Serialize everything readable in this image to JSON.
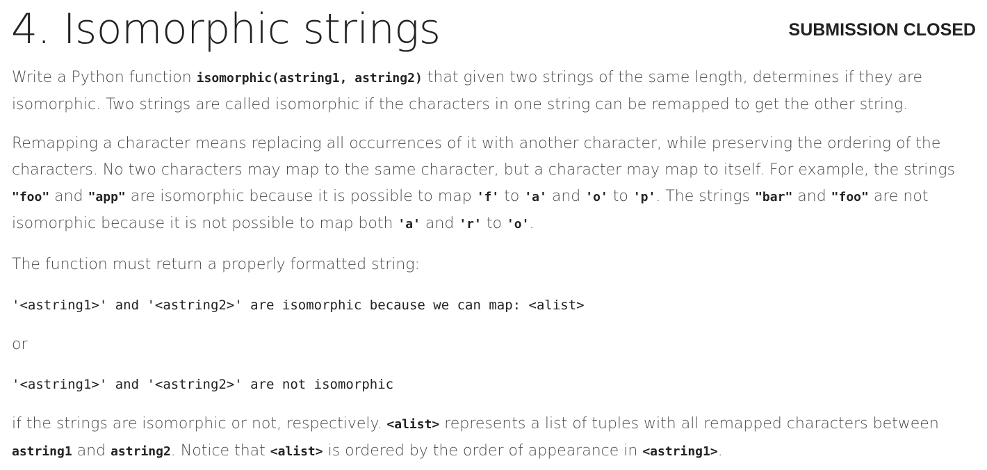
{
  "header": {
    "title": "4. Isomorphic strings",
    "status": "SUBMISSION CLOSED"
  },
  "p1": {
    "t1": "Write a Python function ",
    "c1": "isomorphic(astring1, astring2)",
    "t2": " that given two strings of the same length, determines if they are isomorphic. Two strings are called isomorphic if the characters in one string can be remapped to get the other string."
  },
  "p2": {
    "t1": "Remapping a character means replacing all occurrences of it with another character, while preserving the ordering of the characters. No two characters may map to the same character, but a character may map to itself. For example, the strings ",
    "c1": "\"foo\"",
    "t2": " and ",
    "c2": "\"app\"",
    "t3": " are isomorphic because it is possible to map ",
    "c3": "'f'",
    "t4": " to ",
    "c4": "'a'",
    "t5": " and ",
    "c5": "'o'",
    "t6": " to ",
    "c6": "'p'",
    "t7": ". The strings ",
    "c7": "\"bar\"",
    "t8": " and ",
    "c8": "\"foo\"",
    "t9": " are not isomorphic because it is not possible to map both ",
    "c9": "'a'",
    "t10": " and ",
    "c10": "'r'",
    "t11": " to ",
    "c11": "'o'",
    "t12": "."
  },
  "p3": {
    "text": "The function must return a properly formatted string:"
  },
  "code1": "'<astring1>' and '<astring2>' are isomorphic because we can map: <alist>",
  "or_text": "or",
  "code2": "'<astring1>' and '<astring2>' are not isomorphic",
  "p4": {
    "t1": "if the strings are isomorphic or not, respectively. ",
    "c1": "<alist>",
    "t2": " represents a list of tuples with all remapped characters between ",
    "c2": "astring1",
    "t3": " and ",
    "c3": "astring2",
    "t4": ". Notice that ",
    "c4": "<alist>",
    "t5": " is ordered by the order of appearance in ",
    "c5": "<astring1>",
    "t6": "."
  }
}
